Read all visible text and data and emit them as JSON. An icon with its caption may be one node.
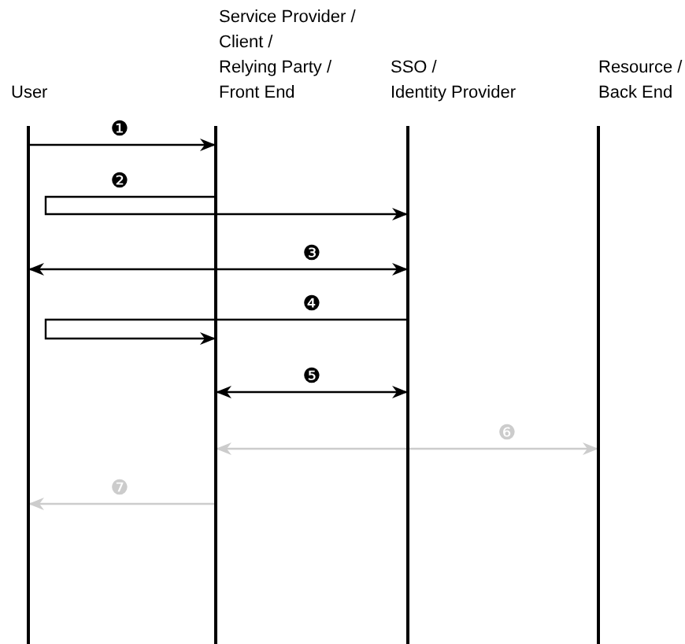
{
  "diagram": {
    "nodes": [
      {
        "text": [
          "User"
        ]
      },
      {
        "text": [
          "Service Provider / Client / Relying Party / Front End"
        ]
      },
      {
        "text": [
          "SSO / Identity Provider"
        ]
      },
      {
        "text": [
          "Resource / Back End"
        ]
      }
    ],
    "edges": [
      {
        "from": 0,
        "to": 1,
        "arrow": "to",
        "label": "❶"
      },
      {
        "from": 1,
        "to": 2,
        "arrow": "to",
        "label": "❷"
      },
      {
        "from": 0,
        "to": 2,
        "arrow": "both",
        "label": "❸"
      },
      {
        "from": 2,
        "to": 1,
        "arrow": "to",
        "label": "❹"
      },
      {
        "from": 1,
        "to": 2,
        "arrow": "both",
        "label": "❺"
      },
      {
        "from": 1,
        "to": 3,
        "arrow": "both",
        "label": "❻",
        "color": "#cccccc"
      },
      {
        "from": 1,
        "to": 0,
        "arrow": "to",
        "label": "❼",
        "color": "#cccccc"
      }
    ]
  }
}
